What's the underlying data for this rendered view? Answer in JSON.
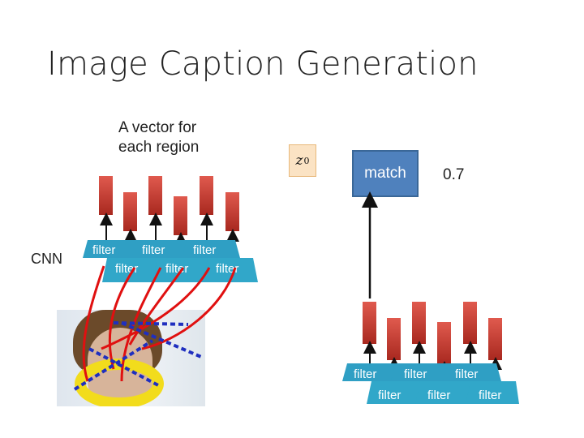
{
  "slide": {
    "title": "Image Caption Generation",
    "annotation": "A vector for each region",
    "cnn_label": "CNN",
    "z_label": "z",
    "z_superscript": "0",
    "match_label": "match",
    "score": "0.7",
    "filter_label": "filter"
  },
  "colors": {
    "vector_bar": "#c0392b",
    "filter_box": "#31a7c9",
    "match_box": "#4f81bd",
    "z_box": "#fbe3c4",
    "red_arrows": "#e01010",
    "blue_dashes": "#1f2fbf"
  },
  "left_column": {
    "filter_count": 6,
    "vector_count": 6
  },
  "right_column": {
    "filter_count": 6,
    "vector_count": 6
  }
}
